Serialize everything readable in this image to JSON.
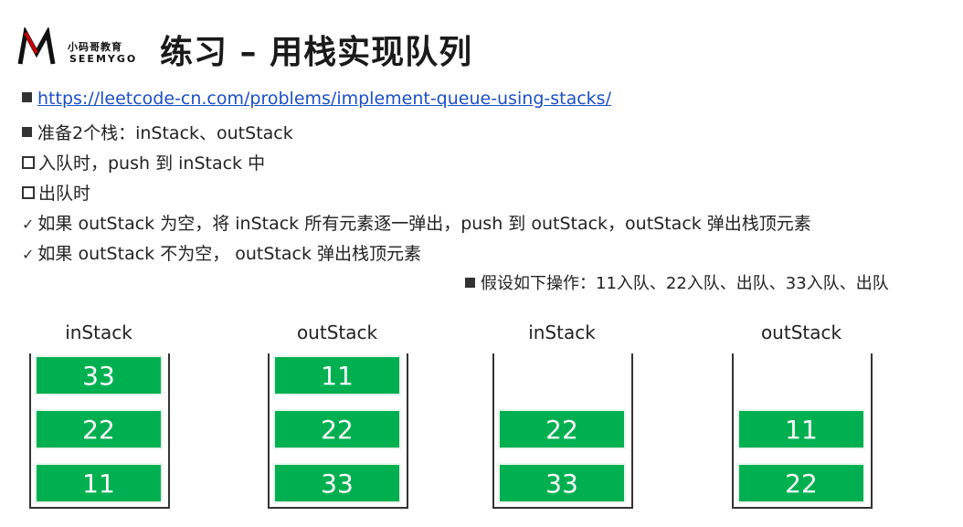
{
  "logo": {
    "cn": "小码哥教育",
    "en": "SEEMYGO"
  },
  "title": "练习 – 用栈实现队列",
  "lines": [
    {
      "text": "https://leetcode-cn.com/problems/implement-queue-using-stacks/"
    },
    {
      "text": "准备2个栈：inStack、outStack"
    },
    {
      "text": "入队时，push 到 inStack 中"
    },
    {
      "text": "出队时"
    },
    {
      "text": "如果 outStack 为空，将 inStack 所有元素逐一弹出，push 到 outStack，outStack 弹出栈顶元素"
    },
    {
      "text": "如果 outStack 不为空， outStack 弹出栈顶元素"
    }
  ],
  "assume": "假设如下操作：11入队、22入队、出队、33入队、出队",
  "stacks": [
    {
      "label": "inStack",
      "cells": [
        "33",
        "22",
        "11"
      ]
    },
    {
      "label": "outStack",
      "cells": [
        "11",
        "22",
        "33"
      ]
    },
    {
      "label": "inStack",
      "cells": [
        "22",
        "33"
      ]
    },
    {
      "label": "outStack",
      "cells": [
        "11",
        "22"
      ]
    }
  ],
  "colors": {
    "cell": "#00b050",
    "link": "#1a4fc6"
  }
}
